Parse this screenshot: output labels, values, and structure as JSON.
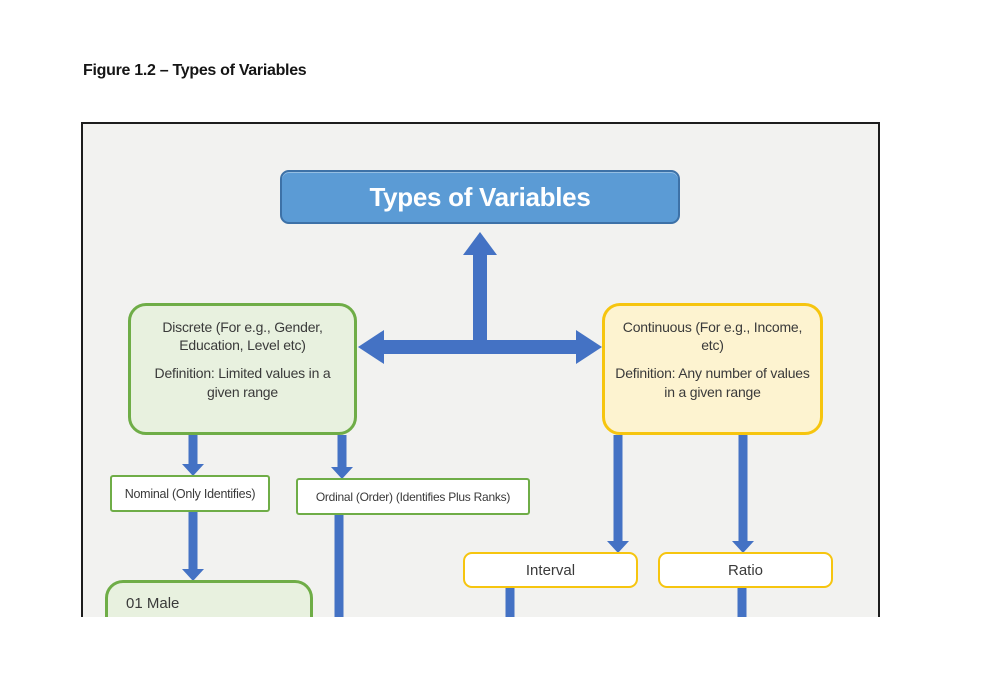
{
  "document": {
    "figure_caption": "Figure 1.2 – Types of Variables"
  },
  "diagram": {
    "root_label": "Types of Variables",
    "discrete": {
      "title": "Discrete (For e.g., Gender, Education, Level etc)",
      "definition": "Definition: Limited values in a given range"
    },
    "continuous": {
      "title": "Continuous (For e.g., Income, etc)",
      "definition": "Definition: Any number of values in a given range"
    },
    "discrete_children": {
      "nominal_label": "Nominal (Only Identifies)",
      "ordinal_label": "Ordinal (Order) (Identifies Plus Ranks)"
    },
    "continuous_children": {
      "interval_label": "Interval",
      "ratio_label": "Ratio"
    },
    "nominal_example": "01 Male"
  },
  "colors": {
    "root_fill": "#5b9bd5",
    "root_border": "#3d71a7",
    "arrow_blue": "#4472c4",
    "green_border": "#6fad47",
    "green_fill": "#e8f1df",
    "gold_border": "#f6c50f",
    "gold_fill": "#fdf3d0",
    "frame_background": "#f2f2f0"
  }
}
